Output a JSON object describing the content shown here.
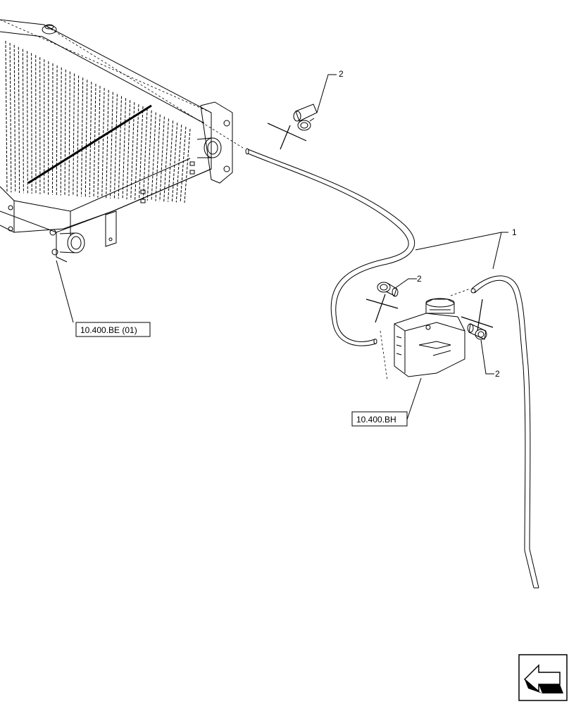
{
  "callouts": {
    "hose": "1",
    "clamp_top": "2",
    "clamp_left": "2",
    "clamp_right": "2"
  },
  "references": {
    "radiator": "10.400.BE (01)",
    "tank": "10.400.BH"
  }
}
